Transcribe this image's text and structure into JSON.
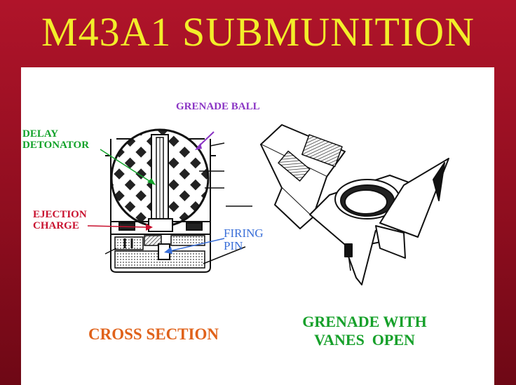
{
  "title": "M43A1 SUBMUNITION",
  "labels": {
    "grenade_ball": "GRENADE BALL",
    "delay_detonator_1": "DELAY",
    "delay_detonator_2": "DETONATOR",
    "ejection_charge_1": "EJECTION",
    "ejection_charge_2": "CHARGE",
    "firing_pin_1": "FIRING",
    "firing_pin_2": "PIN"
  },
  "captions": {
    "cross_section": "CROSS SECTION",
    "vanes_open_1": "GRENADE WITH",
    "vanes_open_2": "VANES  OPEN"
  },
  "colors": {
    "background": "#a0102a",
    "title": "#f2ee2a",
    "grenade_ball": "#8a34c4",
    "delay_detonator": "#12a22a",
    "ejection_charge": "#c8102e",
    "firing_pin": "#3a6fd8",
    "cross_section": "#e0621a",
    "vanes_open": "#16a02a"
  }
}
